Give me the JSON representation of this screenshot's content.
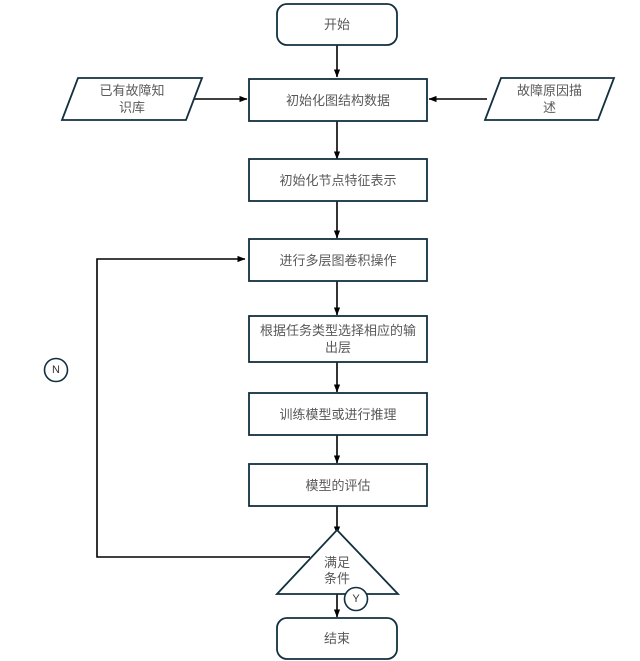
{
  "diagram": {
    "title_text": "",
    "colors": {
      "stroke": "#12303f",
      "connector": "#000000",
      "text": "#595959",
      "label_text": "#333333",
      "background": "#ffffff"
    },
    "nodes": [
      {
        "id": "start",
        "shape": "rounded-rectangle",
        "label": "开始"
      },
      {
        "id": "kb",
        "shape": "parallelogram",
        "label": "已有故障知\n识库"
      },
      {
        "id": "init-graph",
        "shape": "rectangle",
        "label": "初始化图结构数据"
      },
      {
        "id": "fault-desc",
        "shape": "parallelogram",
        "label": "故障原因描\n述"
      },
      {
        "id": "init-feat",
        "shape": "rectangle",
        "label": "初始化节点特征表示"
      },
      {
        "id": "gcn",
        "shape": "rectangle",
        "label": "进行多层图卷积操作"
      },
      {
        "id": "output-layer",
        "shape": "rectangle",
        "label": "根据任务类型选择相应的输\n出层"
      },
      {
        "id": "train",
        "shape": "rectangle",
        "label": "训练模型或进行推理"
      },
      {
        "id": "evaluate",
        "shape": "rectangle",
        "label": "模型的评估"
      },
      {
        "id": "decision",
        "shape": "triangle",
        "label": "满足\n条件"
      },
      {
        "id": "end",
        "shape": "rounded-rectangle",
        "label": "结束"
      }
    ],
    "edge_labels": [
      {
        "id": "no-label",
        "label": "N"
      },
      {
        "id": "yes-label",
        "label": "Y"
      }
    ]
  }
}
